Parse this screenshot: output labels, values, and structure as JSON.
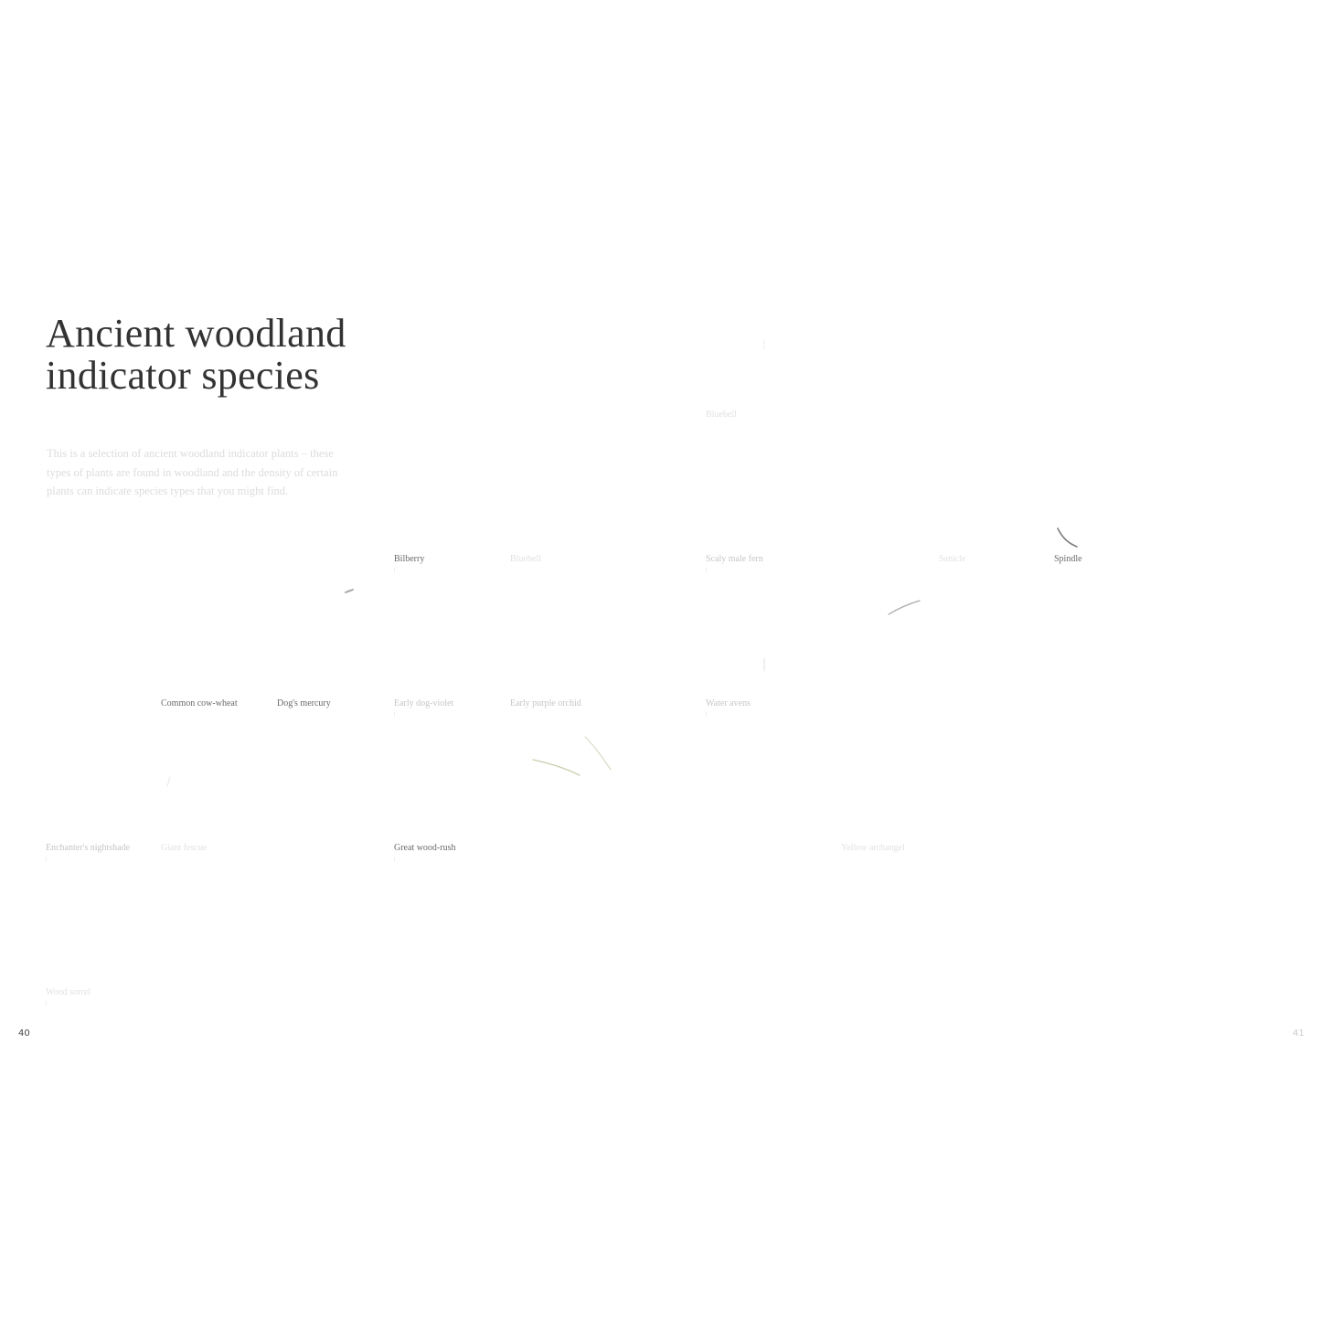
{
  "title_lines": [
    "Ancient woodland",
    "indicator species"
  ],
  "intro": "This is a selection of ancient woodland indicator plants – these types of plants are found in woodland and the density of certain plants can indicate species types that you might find.",
  "species": {
    "row0": {
      "bluebell": "Bluebell"
    },
    "row1": {
      "bilberry": "Bilberry",
      "bluebell_b": "Bluebell",
      "scaly": "Scaly male fern",
      "sanicle": "Sanicle",
      "spindle": "Spindle"
    },
    "row2": {
      "cow_wheat": "Common cow-wheat",
      "dogs_mercury": "Dog's mercury",
      "dog_violet": "Early dog-violet",
      "purple_orchid": "Early purple orchid",
      "water_avens": "Water avens"
    },
    "row3": {
      "nightshade": "Enchanter's nightshade",
      "fescue": "Giant fescue",
      "wood_rush": "Great wood-rush",
      "yellow_archangel": "Yellow archangel"
    },
    "row4": {
      "wood_sorrel": "Wood sorrel"
    }
  },
  "page_numbers": {
    "left": "40",
    "right": "41"
  },
  "colors": {
    "title": "#333333",
    "label": "#6a6a6a",
    "faint_text": "#dcdcdc"
  }
}
